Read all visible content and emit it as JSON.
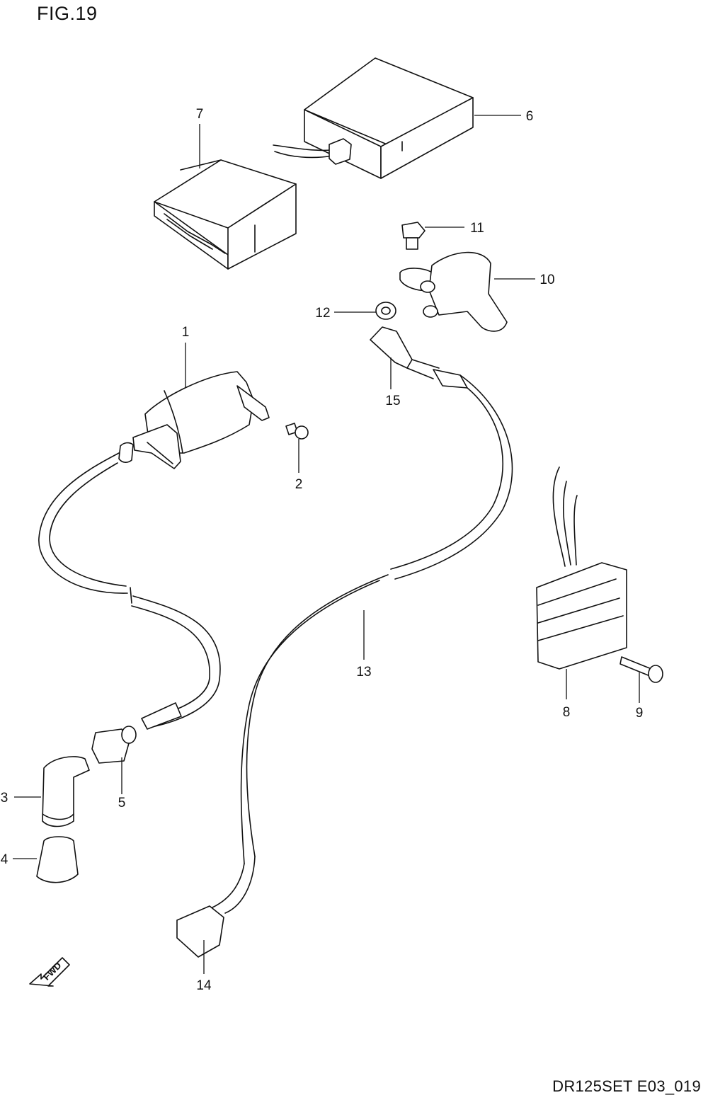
{
  "figure_title": "FIG.19",
  "drawing_code": "DR125SET E03_019",
  "fwd_label": "FWD",
  "callouts": {
    "c1": "1",
    "c2": "2",
    "c3": "3",
    "c4": "4",
    "c5": "5",
    "c6": "6",
    "c7": "7",
    "c8": "8",
    "c9": "9",
    "c10": "10",
    "c11": "11",
    "c12": "12",
    "c13": "13",
    "c14": "14",
    "c15": "15"
  }
}
